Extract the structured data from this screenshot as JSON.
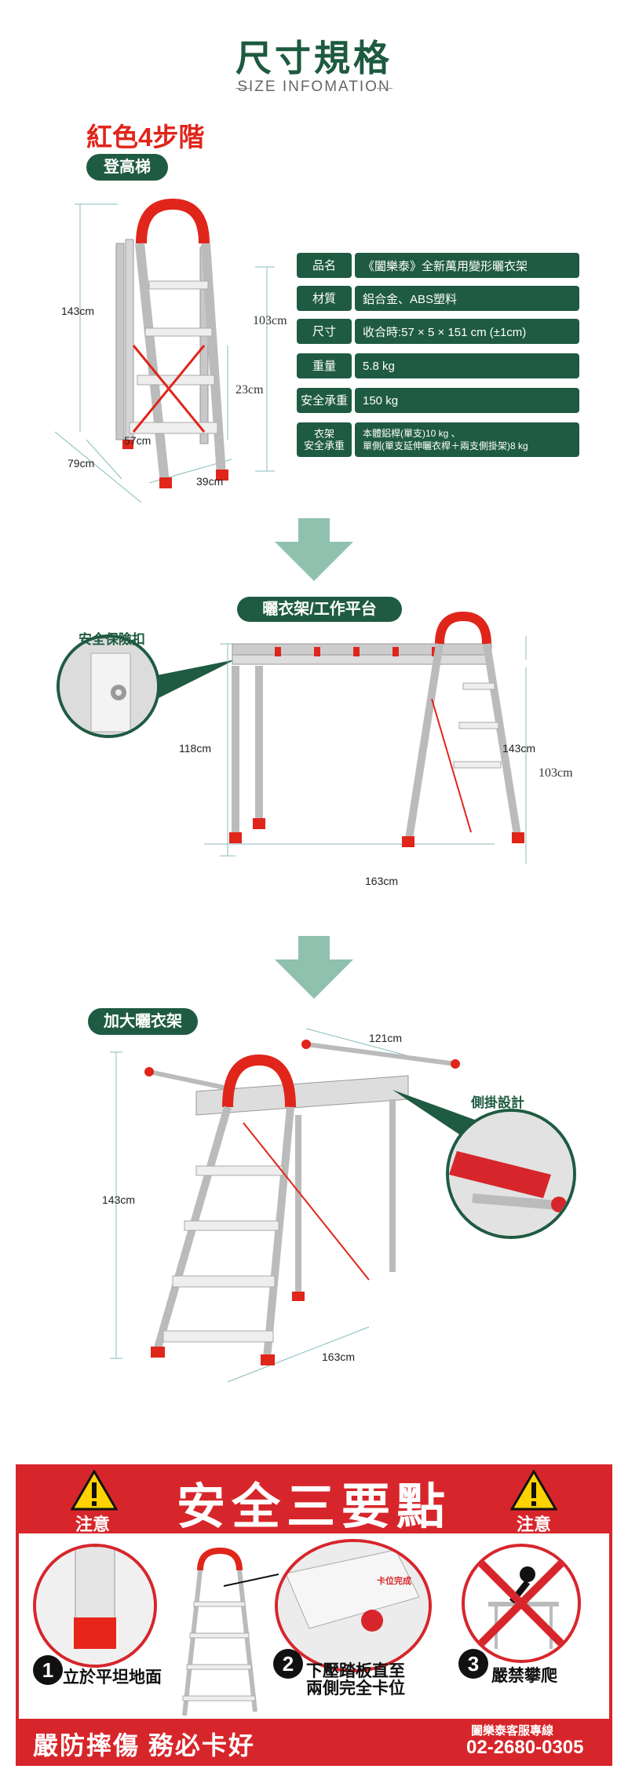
{
  "header": {
    "title": "尺寸規格",
    "subtitle": "SIZE INFOMATION"
  },
  "section1": {
    "title": "紅色4步階",
    "pill": "登高梯",
    "dims": {
      "height_total": "143cm",
      "depth": "79cm",
      "width_base": "57cm",
      "width_step": "39cm",
      "height_step": "103cm",
      "step_gap": "23cm"
    }
  },
  "specs": [
    {
      "key": "品名",
      "value": "《闔樂泰》全新萬用變形曬衣架"
    },
    {
      "key": "材質",
      "value": "鋁合金、ABS塑料"
    },
    {
      "key": "尺寸",
      "value": "收合時:57 × 5 × 151 cm (±1cm)"
    },
    {
      "key": "重量",
      "value": "5.8 kg"
    },
    {
      "key": "安全承重",
      "value": "150 kg"
    },
    {
      "key": "衣架\n安全承重",
      "value": "本體鋁桿(單支)10 kg 、\n單側(單支延伸曬衣桿＋兩支側掛架)8 kg"
    }
  ],
  "section2": {
    "pill": "曬衣架/工作平台",
    "callout": "安全保險扣",
    "dims": {
      "frame_height": "118cm",
      "ladder_height": "143cm",
      "step_height": "103cm",
      "length": "163cm"
    }
  },
  "section3": {
    "pill": "加大曬衣架",
    "callout": "側掛設計",
    "dims": {
      "top_width": "121cm",
      "height": "143cm",
      "length": "163cm"
    }
  },
  "safety": {
    "note_left": "注意",
    "note_right": "注意",
    "title": "安全三要點",
    "items": [
      {
        "num": "1",
        "caption": "立於平坦地面"
      },
      {
        "num": "2",
        "caption": "下壓踏板直至\n兩側完全卡位",
        "tag": "卡位完成"
      },
      {
        "num": "3",
        "caption": "嚴禁攀爬"
      }
    ],
    "slogan": "嚴防摔傷 務必卡好",
    "hotline_label": "闔樂泰客服專線",
    "hotline": "02-2680-0305"
  },
  "colors": {
    "accent_green": "#1f5b42",
    "accent_red": "#d7262b",
    "arrow": "#8fc1ae"
  }
}
